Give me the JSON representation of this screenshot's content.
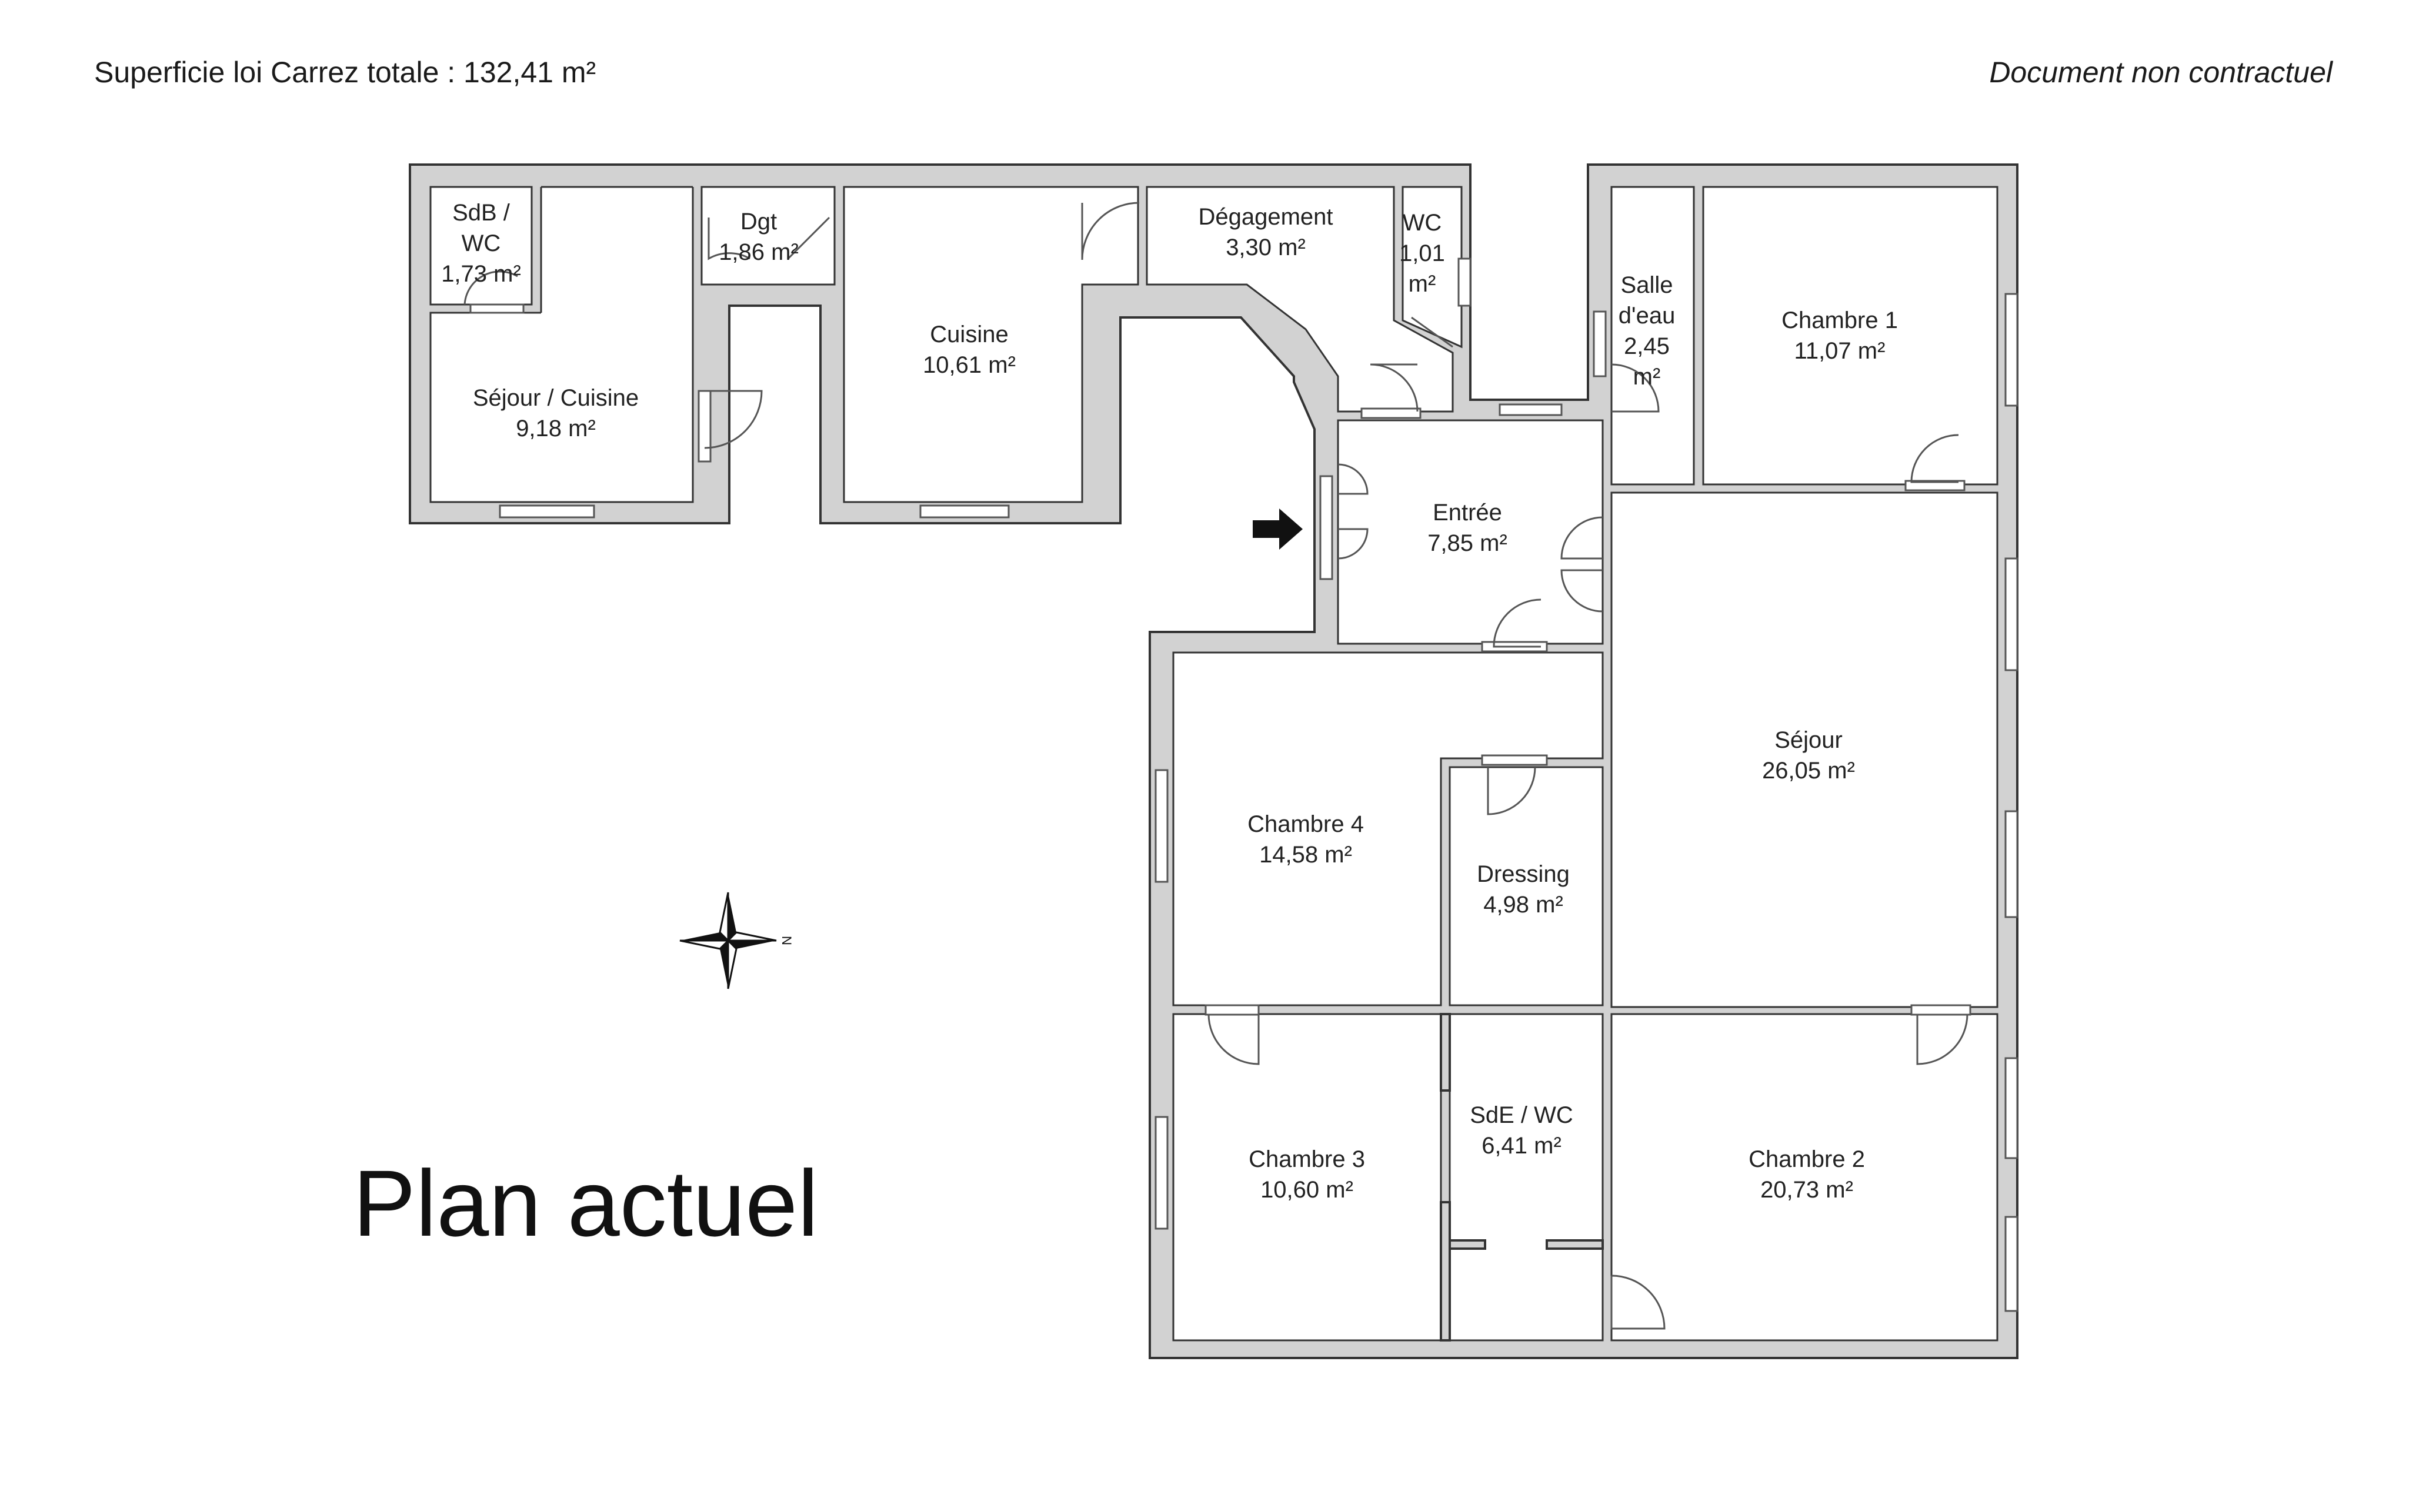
{
  "header": {
    "total_area": "Superficie loi Carrez totale : 132,41 m²",
    "disclaimer": "Document non contractuel"
  },
  "plan_title": "Plan actuel",
  "compass": {
    "north_label": "N"
  },
  "rooms": [
    {
      "id": "sdb-wc",
      "lines": [
        "SdB /",
        "WC",
        "1,73 m²"
      ]
    },
    {
      "id": "dgt",
      "lines": [
        "Dgt",
        "1,86 m²"
      ]
    },
    {
      "id": "sejour-cuisine",
      "lines": [
        "Séjour / Cuisine",
        "9,18 m²"
      ]
    },
    {
      "id": "cuisine",
      "lines": [
        "Cuisine",
        "10,61 m²"
      ]
    },
    {
      "id": "degagement",
      "lines": [
        "Dégagement",
        "3,30 m²"
      ]
    },
    {
      "id": "wc",
      "lines": [
        "WC",
        "1,01",
        "m²"
      ]
    },
    {
      "id": "salle-eau",
      "lines": [
        "Salle",
        "d'eau",
        "2,45",
        "m²"
      ]
    },
    {
      "id": "chambre-1",
      "lines": [
        "Chambre 1",
        "11,07 m²"
      ]
    },
    {
      "id": "entree",
      "lines": [
        "Entrée",
        "7,85 m²"
      ]
    },
    {
      "id": "sejour",
      "lines": [
        "Séjour",
        "26,05 m²"
      ]
    },
    {
      "id": "chambre-4",
      "lines": [
        "Chambre 4",
        "14,58 m²"
      ]
    },
    {
      "id": "dressing",
      "lines": [
        "Dressing",
        "4,98 m²"
      ]
    },
    {
      "id": "sde-wc",
      "lines": [
        "SdE / WC",
        "6,41 m²"
      ]
    },
    {
      "id": "chambre-3",
      "lines": [
        "Chambre 3",
        "10,60 m²"
      ]
    },
    {
      "id": "chambre-2",
      "lines": [
        "Chambre 2",
        "20,73 m²"
      ]
    }
  ]
}
